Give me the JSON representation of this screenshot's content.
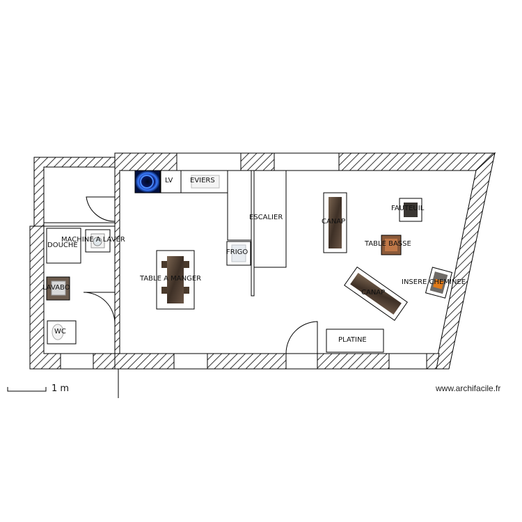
{
  "rooms": {
    "shower": "DOUCHE",
    "washing_machine": "MACHINE A LAVER",
    "washbasin": "LAVABO",
    "toilet": "WC",
    "dishwasher": "LV",
    "sinks": "EVIERS",
    "fridge": "FRIGO",
    "stairs": "ESCALIER",
    "dining_table": "TABLE A MANGER",
    "sofa_1": "CANAP",
    "sofa_2": "CANAP",
    "armchair": "FAUTEUIL",
    "coffee_table": "TABLE BASSE",
    "fireplace": "INSERE CHEMINEE",
    "hob": "PLATINE"
  },
  "scale": {
    "label": "1 m"
  },
  "footer": {
    "website": "www.archifacile.fr"
  },
  "colors": {
    "wall_hatch": "#333333",
    "furniture_brown": "#5a4a3a",
    "hob_blue": "#1e50ff"
  }
}
